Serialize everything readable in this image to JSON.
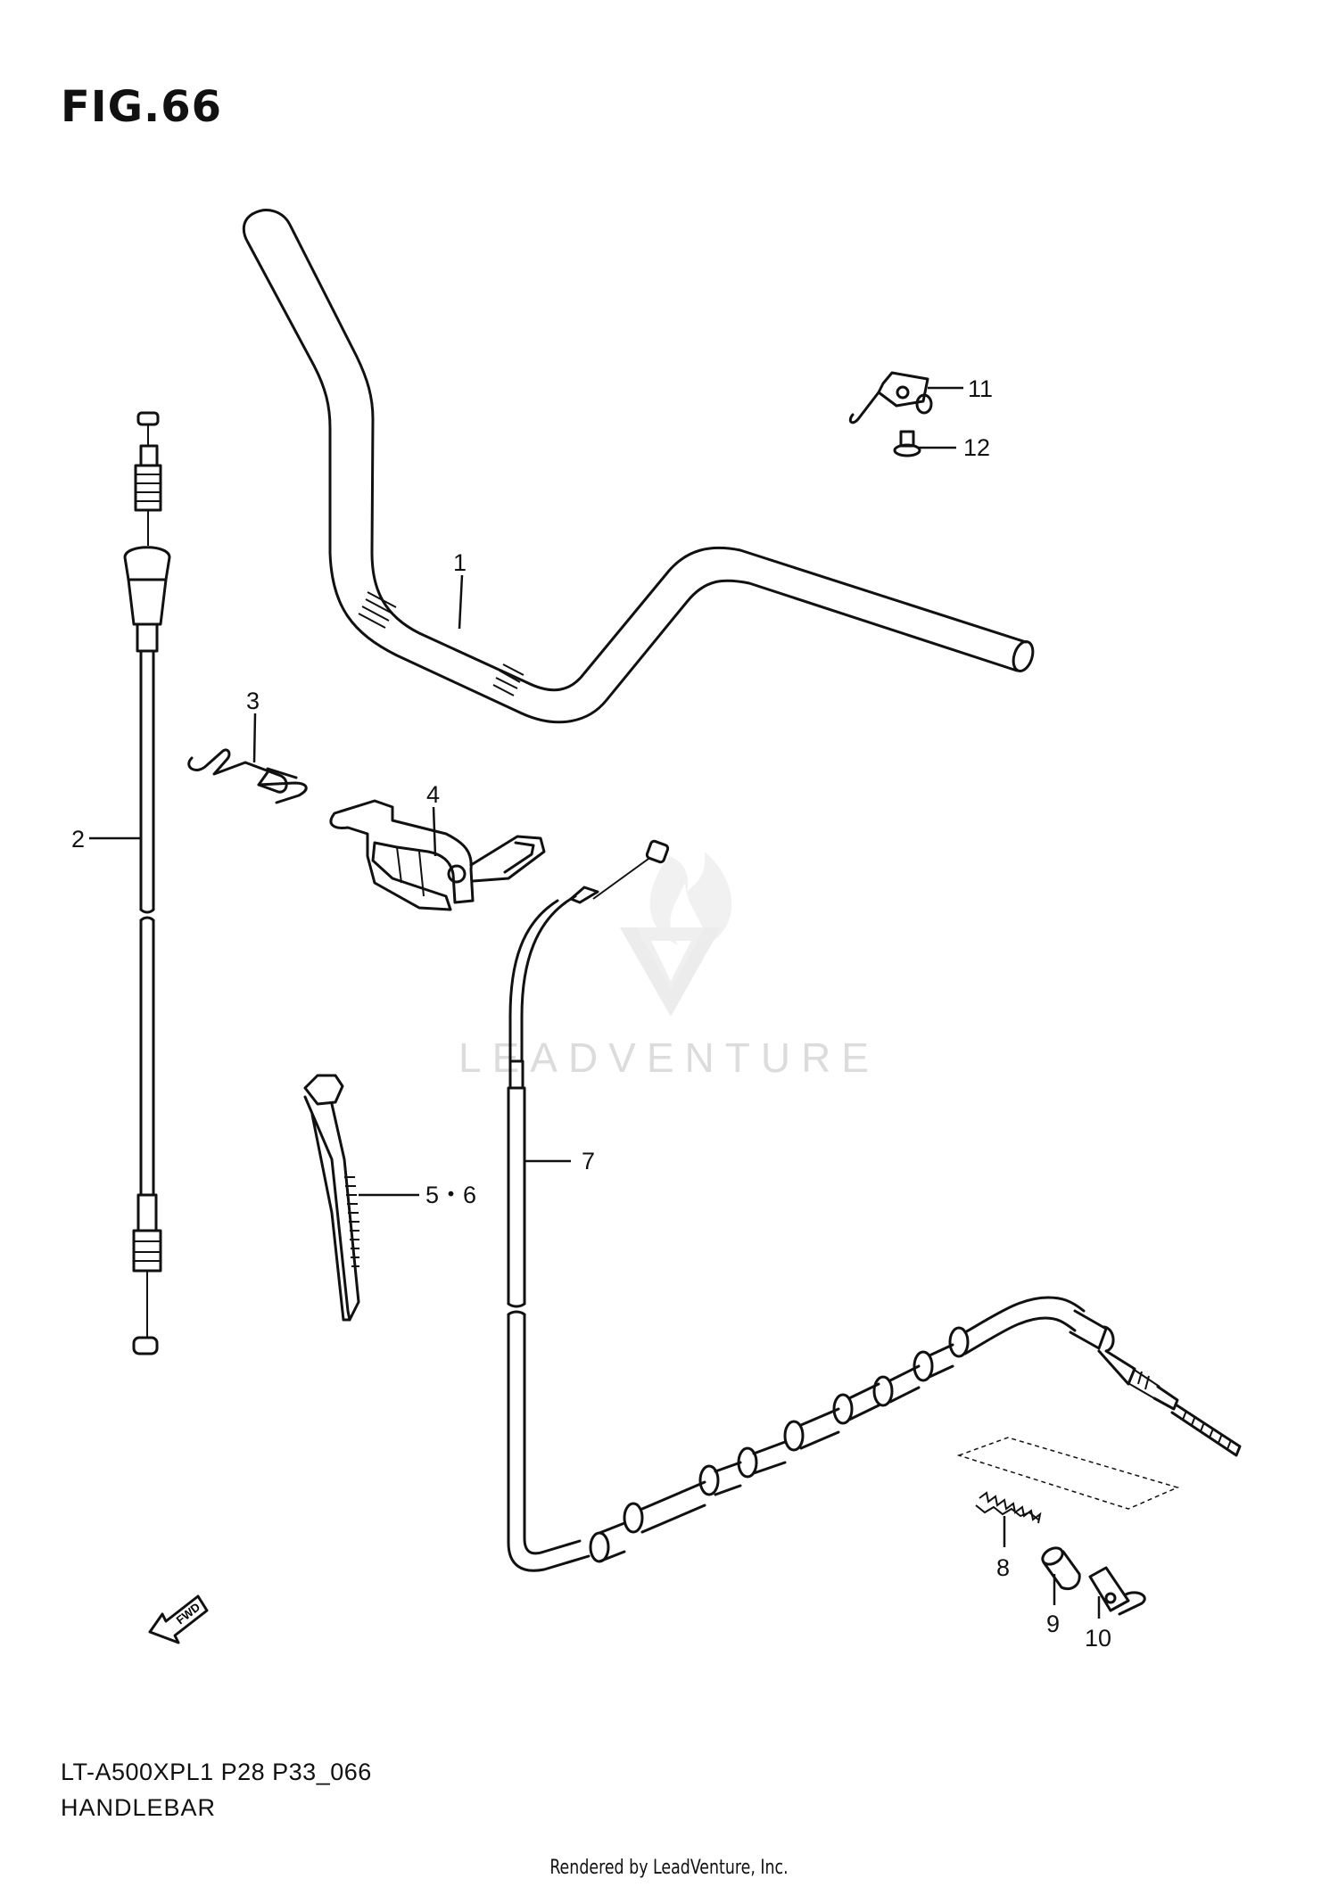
{
  "figure": {
    "title": "FIG.66"
  },
  "model_code": "LT-A500XPL1 P28 P33_066",
  "section_name": "HANDLEBAR",
  "watermark": {
    "brand_text": "LEADVENTURE",
    "color": "#d8d8d8"
  },
  "footer": {
    "text": "Rendered by LeadVenture, Inc."
  },
  "direction_indicator": {
    "label": "FWD",
    "icon": "arrow-fwd-icon"
  },
  "callouts": [
    {
      "ref": "1",
      "label": "1",
      "part": "handlebar"
    },
    {
      "ref": "2",
      "label": "2",
      "part": "throttle-cable"
    },
    {
      "ref": "3",
      "label": "3",
      "part": "spring-clip"
    },
    {
      "ref": "4",
      "label": "4",
      "part": "cable-clamp"
    },
    {
      "ref": "5-6",
      "label": "5・6",
      "part": "cable-tie"
    },
    {
      "ref": "7",
      "label": "7",
      "part": "brake-cable"
    },
    {
      "ref": "8",
      "label": "8",
      "part": "spring"
    },
    {
      "ref": "9",
      "label": "9",
      "part": "collar"
    },
    {
      "ref": "10",
      "label": "10",
      "part": "joint"
    },
    {
      "ref": "11",
      "label": "11",
      "part": "bracket"
    },
    {
      "ref": "12",
      "label": "12",
      "part": "bolt"
    }
  ],
  "colors": {
    "line": "#111111",
    "background": "#ffffff"
  }
}
